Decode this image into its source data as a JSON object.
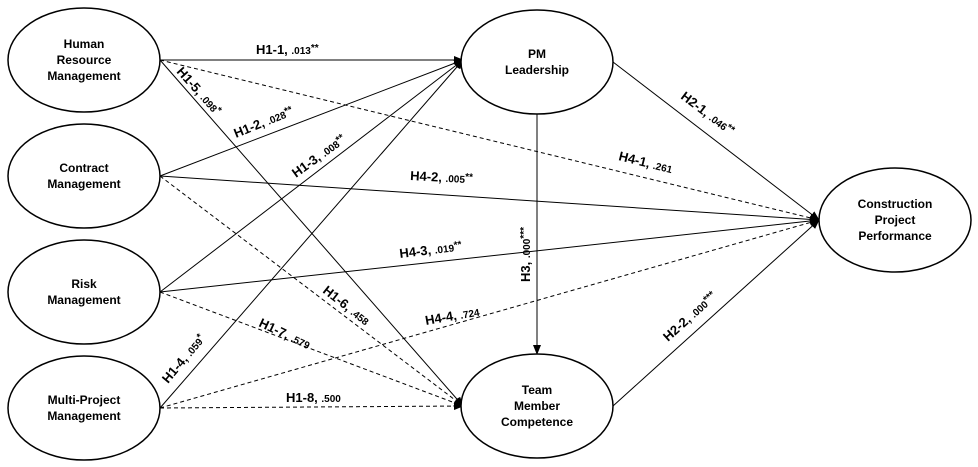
{
  "nodes": [
    {
      "id": "hrm",
      "lines": [
        "Human",
        "Resource",
        "Management"
      ]
    },
    {
      "id": "cm",
      "lines": [
        "Contract",
        "Management"
      ]
    },
    {
      "id": "rm",
      "lines": [
        "Risk",
        "Management"
      ]
    },
    {
      "id": "mpm",
      "lines": [
        "Multi-Project",
        "Management"
      ]
    },
    {
      "id": "pml",
      "lines": [
        "PM",
        "Leadership"
      ]
    },
    {
      "id": "tmc",
      "lines": [
        "Team",
        "Member",
        "Competence"
      ]
    },
    {
      "id": "cpp",
      "lines": [
        "Construction",
        "Project",
        "Performance"
      ]
    }
  ],
  "edges": [
    {
      "id": "h1-1",
      "from": "hrm",
      "to": "pml",
      "style": "solid",
      "hyp": "H1-1, ",
      "p": ".013",
      "sig": "**"
    },
    {
      "id": "h1-2",
      "from": "cm",
      "to": "pml",
      "style": "solid",
      "hyp": "H1-2, ",
      "p": ".028",
      "sig": "**"
    },
    {
      "id": "h1-3",
      "from": "rm",
      "to": "pml",
      "style": "solid",
      "hyp": "H1-3, ",
      "p": ".008",
      "sig": "**"
    },
    {
      "id": "h1-4",
      "from": "mpm",
      "to": "pml",
      "style": "solid",
      "hyp": "H1-4, ",
      "p": ".059",
      "sig": "*"
    },
    {
      "id": "h1-5",
      "from": "hrm",
      "to": "tmc",
      "style": "solid",
      "hyp": "H1-5, ",
      "p": ".098",
      "sig": "*"
    },
    {
      "id": "h1-6",
      "from": "cm",
      "to": "tmc",
      "style": "dashed",
      "hyp": "H1-6, ",
      "p": ".458",
      "sig": ""
    },
    {
      "id": "h1-7",
      "from": "rm",
      "to": "tmc",
      "style": "dashed",
      "hyp": "H1-7, ",
      "p": ".579",
      "sig": ""
    },
    {
      "id": "h1-8",
      "from": "mpm",
      "to": "tmc",
      "style": "dashed",
      "hyp": "H1-8, ",
      "p": ".500",
      "sig": ""
    },
    {
      "id": "h2-1",
      "from": "pml",
      "to": "cpp",
      "style": "solid",
      "hyp": "H2-1, ",
      "p": ".046",
      "sig": "**"
    },
    {
      "id": "h2-2",
      "from": "tmc",
      "to": "cpp",
      "style": "solid",
      "hyp": "H2-2, ",
      "p": ".000",
      "sig": "***"
    },
    {
      "id": "h3",
      "from": "pml",
      "to": "tmc",
      "style": "solid",
      "hyp": "H3, ",
      "p": ".000",
      "sig": "***"
    },
    {
      "id": "h4-1",
      "from": "hrm",
      "to": "cpp",
      "style": "dashed",
      "hyp": "H4-1, ",
      "p": ".261",
      "sig": ""
    },
    {
      "id": "h4-2",
      "from": "cm",
      "to": "cpp",
      "style": "solid",
      "hyp": "H4-2, ",
      "p": ".005",
      "sig": "**"
    },
    {
      "id": "h4-3",
      "from": "rm",
      "to": "cpp",
      "style": "solid",
      "hyp": "H4-3, ",
      "p": ".019",
      "sig": "**"
    },
    {
      "id": "h4-4",
      "from": "mpm",
      "to": "cpp",
      "style": "dashed",
      "hyp": "H4-4, ",
      "p": ".724",
      "sig": ""
    }
  ]
}
